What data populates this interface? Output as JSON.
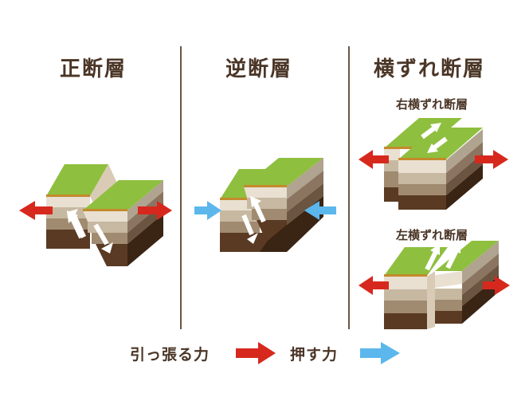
{
  "titles": {
    "normal": "正断層",
    "reverse": "逆断層",
    "strike_slip": "横ずれ断層"
  },
  "subtitles": {
    "right_lateral": "右横ずれ断層",
    "left_lateral": "左横ずれ断層"
  },
  "legend": {
    "pull": "引っ張る力",
    "push": "押す力"
  },
  "colors": {
    "pull_arrow": "#d7281e",
    "push_arrow": "#5bb7ec",
    "grass": "#8fbf3f",
    "text": "#4a3526"
  }
}
